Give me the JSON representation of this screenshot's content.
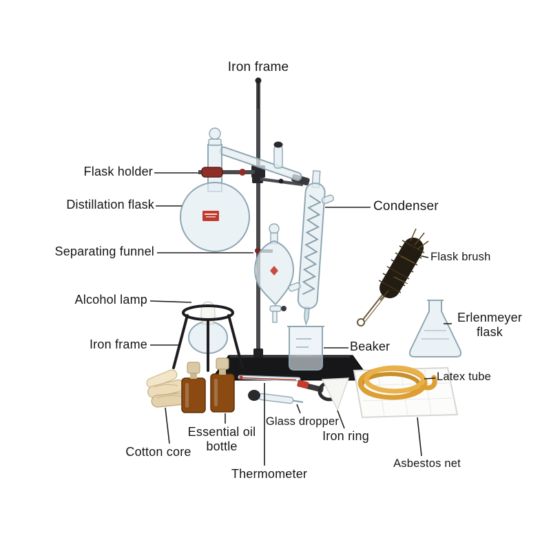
{
  "figure": {
    "labels": {
      "iron_frame_top": "Iron frame",
      "flask_holder": "Flask holder",
      "distillation_flask": "Distillation flask",
      "separating_funnel": "Separating funnel",
      "alcohol_lamp": "Alcohol lamp",
      "iron_frame_left": "Iron frame",
      "cotton_core": "Cotton core",
      "essential_oil_bottle": "Essential oil bottle",
      "glass_dropper": "Glass dropper",
      "thermometer": "Thermometer",
      "iron_ring": "Iron ring",
      "condenser": "Condenser",
      "flask_brush": "Flask brush",
      "erlenmeyer_flask": "Erlenmeyer flask",
      "beaker": "Beaker",
      "latex_tube": "Latex tube",
      "asbestos_net": "Asbestos net"
    },
    "colors": {
      "label_text": "#151515",
      "glass_fill": "#e3edf2",
      "glass_stroke": "#8ea6b2",
      "amber_bottle": "#8a4a12",
      "latex_tube": "#dd9e33",
      "metal_dark": "#2c2c2e",
      "red_accent": "#c23b2e",
      "cotton": "#ecdcba"
    }
  }
}
